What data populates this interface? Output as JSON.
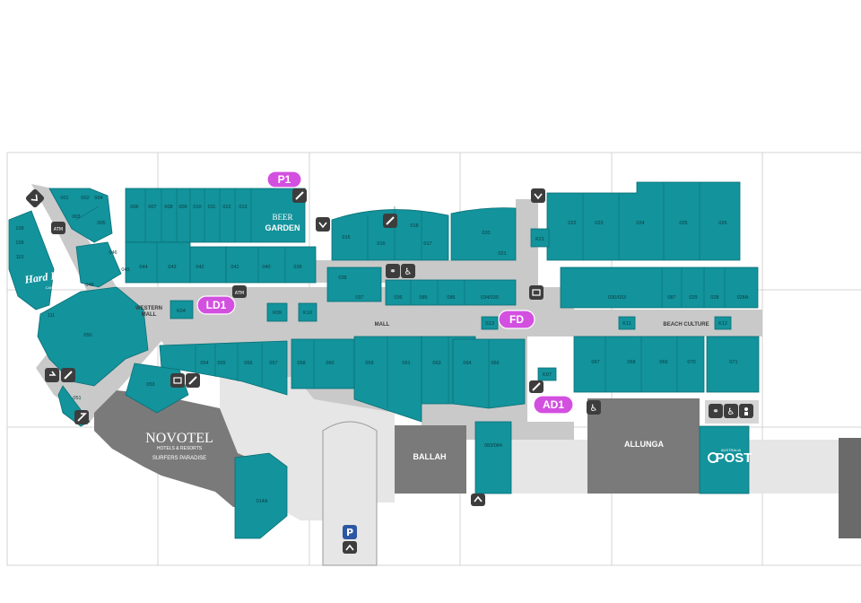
{
  "colors": {
    "teal": "#13939c",
    "teal_dark": "#0f7e86",
    "walkway": "#c9c9c9",
    "building": "#7a7a7a",
    "building_dark": "#5f5f5f",
    "outside": "#e6e6e6",
    "pin": "#d34fe0",
    "parking": "#2c58a3",
    "icon_bg": "#3d3d3d",
    "grid": "#c8c8c8"
  },
  "markers": [
    {
      "id": "P1",
      "label": "P1"
    },
    {
      "id": "LD1",
      "label": "LD1"
    },
    {
      "id": "FD",
      "label": "FD"
    },
    {
      "id": "AD1",
      "label": "AD1"
    }
  ],
  "brands": {
    "hard_rock": "Hard Rock",
    "hard_rock_sub": "CAFE",
    "beer_garden_top": "BEER",
    "beer_garden_bottom": "GARDEN",
    "novotel": "NOVOTEL",
    "novotel_sub": "HOTELS & RESORTS",
    "novotel_place": "SURFERS PARADISE",
    "post": "POST",
    "post_sub": "AUSTRALIA"
  },
  "buildings": {
    "ballah": "BALLAH",
    "allunga": "ALLUNGA"
  },
  "mall_labels": {
    "western_mall_1": "WESTERN",
    "western_mall_2": "MALL",
    "mall": "MALL",
    "beach_culture": "BEACH CULTURE"
  },
  "amenity_text": {
    "atm": "ATM",
    "parking": "P"
  },
  "units": {
    "u001": "001",
    "u002": "002",
    "u003": "003",
    "u004": "004",
    "u005": "005",
    "u006": "006",
    "u007": "007",
    "u008": "008",
    "u009": "009",
    "u010": "010",
    "u011": "011",
    "u012": "012",
    "u013": "013",
    "u015": "015",
    "u016": "016",
    "u017": "017",
    "u018": "018",
    "u020": "020",
    "u021": "021",
    "u022": "022",
    "u023": "023",
    "u024": "024",
    "u025": "025",
    "u026": "026",
    "u028": "028",
    "u028a": "028A",
    "u029": "029",
    "u030_033": "030/033",
    "u034_035": "034/035",
    "u036": "036",
    "u037": "037",
    "u038": "038",
    "u039": "039",
    "u040": "040",
    "u041": "041",
    "u042": "042",
    "u043": "043",
    "u044": "044",
    "u045": "045",
    "u046": "046",
    "u048": "048",
    "u050": "050",
    "u051": "051",
    "u053": "053",
    "u054": "054",
    "u055": "055",
    "u056": "056",
    "u057": "057",
    "u058": "058",
    "u059": "059",
    "u060": "060",
    "u061": "061",
    "u063": "063",
    "u064": "064",
    "u066": "066",
    "u067": "067",
    "u068": "068",
    "u069": "069",
    "u070": "070",
    "u071": "071",
    "u083_084": "083/084",
    "u085": "085",
    "u086": "086",
    "u087": "087",
    "u108": "108",
    "u109": "109",
    "u110": "110",
    "u111": "111",
    "u014a": "014A",
    "k04": "K04",
    "k09": "K09",
    "k10": "K10",
    "k11": "K11",
    "k12": "K12",
    "k21": "K21",
    "k07": "K07",
    "s13": "S13"
  }
}
